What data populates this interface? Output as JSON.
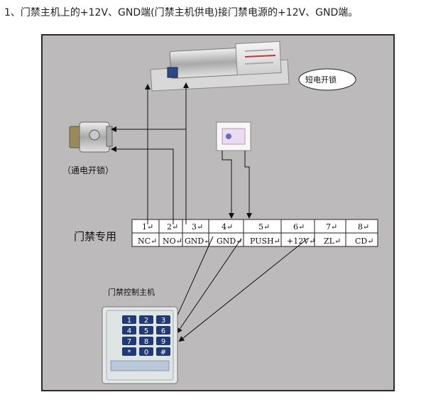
{
  "heading": "1、门禁主机上的+12V、GND端(门禁主机供电)接门禁电源的+12V、GND端。",
  "labels": {
    "short_lock": "短电开锁",
    "power_lock": "（通电开锁）",
    "door_use": "门禁专用",
    "controller": "门禁控制主机"
  },
  "terminals": {
    "numbers": [
      "1↵",
      "2↵",
      "3↵",
      "4↵",
      "5↵",
      "6↵",
      "7↵",
      "8↵"
    ],
    "names": [
      "NC↵",
      "NO↵",
      "GND↵",
      "GND↵",
      "PUSH↵",
      "+12V↵",
      "ZL↵",
      "CD↵"
    ]
  },
  "keypad": {
    "keys": [
      "1",
      "2",
      "3",
      "4",
      "5",
      "6",
      "7",
      "8",
      "9",
      "*",
      "0",
      "#"
    ]
  },
  "colors": {
    "background": "#bdbabb",
    "frame": "#2a2a2a",
    "wire": "#111111",
    "lock_body": "#c8c8c8",
    "keypad_face": "#dfe5e5",
    "key_blue": "#203a78"
  }
}
